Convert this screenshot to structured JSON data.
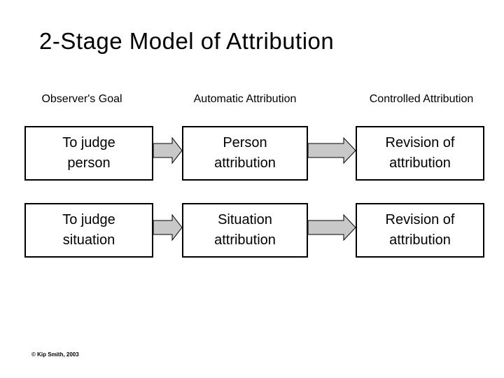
{
  "slide": {
    "title": "2-Stage Model of Attribution",
    "column_headers": [
      "Observer's Goal",
      "Automatic Attribution",
      "Controlled Attribution"
    ],
    "rows": [
      {
        "goal": "To judge\nperson",
        "automatic": "Person\nattribution",
        "controlled": "Revision of\nattribution"
      },
      {
        "goal": "To judge\nsituation",
        "automatic": "Situation\nattribution",
        "controlled": "Revision of\nattribution"
      }
    ],
    "footer": "© Kip Smith, 2003",
    "arrow": {
      "name": "right-block-arrow",
      "fill": "#c8c8c8",
      "stroke": "#000000"
    },
    "colors": {
      "background": "#ffffff",
      "box_border": "#000000",
      "text": "#000000"
    }
  }
}
